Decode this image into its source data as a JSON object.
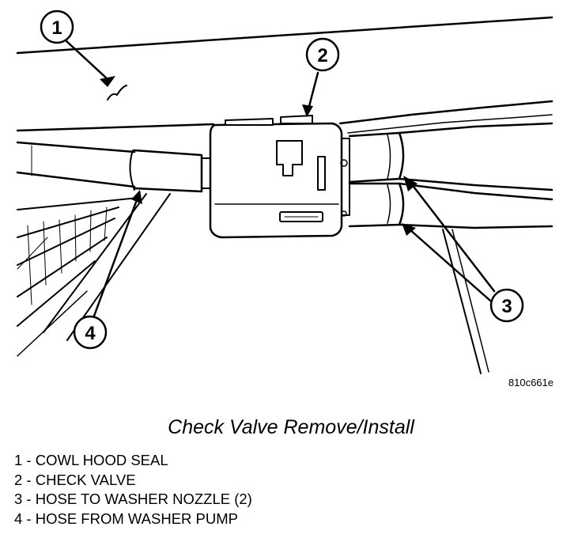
{
  "figure": {
    "id": "810c661e",
    "caption": "Check Valve Remove/Install",
    "callouts": [
      {
        "number": "1",
        "label": "COWL HOOD SEAL"
      },
      {
        "number": "2",
        "label": "CHECK VALVE"
      },
      {
        "number": "3",
        "label": "HOSE TO WASHER NOZZLE (2)"
      },
      {
        "number": "4",
        "label": "HOSE FROM WASHER PUMP"
      }
    ],
    "legend": [
      {
        "number": "1 -",
        "text": "COWL HOOD SEAL"
      },
      {
        "number": "2 -",
        "text": "CHECK VALVE"
      },
      {
        "number": "3 -",
        "text": "HOSE TO WASHER NOZZLE (2)"
      },
      {
        "number": "4 -",
        "text": "HOSE FROM WASHER PUMP"
      }
    ]
  }
}
